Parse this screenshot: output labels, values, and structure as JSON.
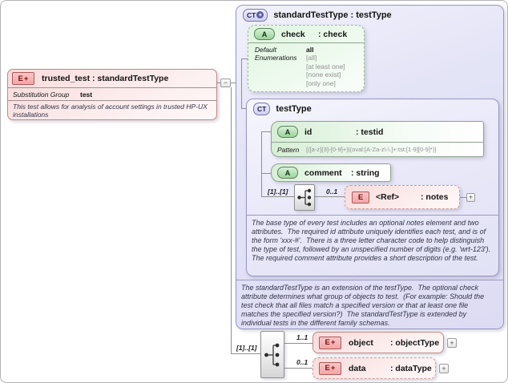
{
  "icons": {
    "element_letter": "E",
    "attribute_letter": "A",
    "complex_type_letters": "CT",
    "plus": "+",
    "minus": "−"
  },
  "colors": {
    "element_pink": "#f6baba",
    "attribute_green": "#cdeccd",
    "type_lavender": "#e4e4f7",
    "connector_gray": "#8f8f8f"
  },
  "trusted_test": {
    "title": "trusted_test : standardTestType",
    "substitution_group_label": "Substitution Group",
    "substitution_group_value": "test",
    "description": "This test allows for analysis of account settings in trusted HP-UX installations"
  },
  "standard_test_type": {
    "title": "standardTestType : testType",
    "description": "The standardTestType is an extension of the testType.  The optional check attribute determines what group of objects to test.  (For example: Should the test check that all files match a specified version or that at least one file matches the specified version?)  The standardTestType is extended by individual tests in the different family schemas.",
    "check_attribute": {
      "name": "check",
      "type": ": check",
      "default_label": "Default",
      "default_value": "all",
      "enumerations_label": "Enumerations",
      "enumerations": [
        "[all]",
        "[at least one]",
        "[none exist]",
        "[only one]"
      ]
    },
    "test_type": {
      "title": "testType",
      "id_attribute": {
        "name": "id",
        "type": ": testid",
        "pattern_label": "Pattern",
        "pattern_value": "[([a-z]{3}-[0-9]+)|(oval:[A-Za-z\\-\\.]+:tst:[1-9][0-9]*)]"
      },
      "comment_attribute": {
        "name": "comment",
        "type": ": string"
      },
      "sequence_occurs": "[1]..[1]",
      "notes_element": {
        "occurs": "0..1",
        "name": "<Ref>",
        "type": ": notes"
      },
      "description": "The base type of every test includes an optional notes element and two attributes.  The required id attribute uniquely identifies each test, and is of the form 'xxx-#'.  There is a three letter character code to help distinguish the type of test, followed by an unspecified number of digits (e.g. 'wrt-123').  The required comment attribute provides a short description of the test."
    }
  },
  "content_sequence": {
    "occurs": "[1]..[1]",
    "object_element": {
      "occurs": "1..1",
      "name": "object",
      "type": ": objectType"
    },
    "data_element": {
      "occurs": "0..1",
      "name": "data",
      "type": ": dataType"
    }
  }
}
